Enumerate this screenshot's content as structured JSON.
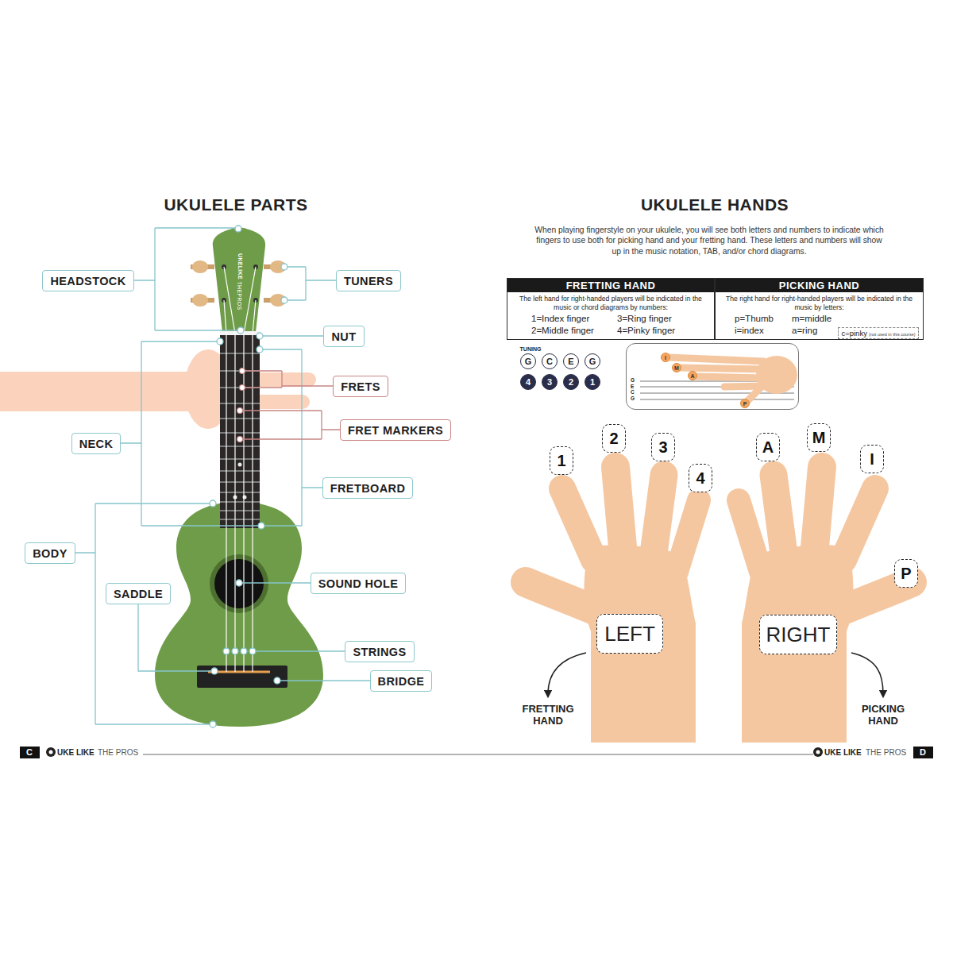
{
  "diagram": {
    "title": "UKULELE PARTS",
    "nodes": [
      {
        "text": [
          "HEADSTOCK"
        ]
      },
      {
        "text": [
          "TUNERS"
        ]
      },
      {
        "text": [
          "NUT"
        ]
      },
      {
        "text": [
          "FRETS"
        ]
      },
      {
        "text": [
          "FRET MARKERS"
        ]
      },
      {
        "text": [
          "NECK"
        ]
      },
      {
        "text": [
          "FRETBOARD"
        ]
      },
      {
        "text": [
          "BODY"
        ]
      },
      {
        "text": [
          "SOUND HOLE"
        ]
      },
      {
        "text": [
          "SADDLE"
        ]
      },
      {
        "text": [
          "STRINGS"
        ]
      },
      {
        "text": [
          "BRIDGE"
        ]
      },
      {
        "text": [
          "FRETTING HAND",
          "The left hand for right-handed players will be indicated in the music or chord diagrams by numbers:",
          "1=Index finger",
          "3=Ring finger",
          "2=Middle finger",
          "4=Pinky finger"
        ]
      },
      {
        "text": [
          "PICKING HAND",
          "The right hand for right-handed players will be indicated in the music by letters:",
          "p=Thumb",
          "m=middle",
          "i=index",
          "a=ring"
        ]
      },
      {
        "text": [
          "c=pinky",
          "(not used in this course)"
        ],
        "in": 13
      },
      {
        "text": [
          "G"
        ]
      },
      {
        "text": [
          "C"
        ]
      },
      {
        "text": [
          "E"
        ]
      },
      {
        "text": [
          "G"
        ]
      },
      {
        "text": [
          "4"
        ]
      },
      {
        "text": [
          "3"
        ]
      },
      {
        "text": [
          "2"
        ]
      },
      {
        "text": [
          "1"
        ]
      },
      {
        "text": [
          "G",
          "E",
          "C",
          "G"
        ]
      },
      {
        "text": [
          "I"
        ],
        "in": 23
      },
      {
        "text": [
          "M"
        ],
        "in": 23
      },
      {
        "text": [
          "A"
        ],
        "in": 23
      },
      {
        "text": [
          "P"
        ],
        "in": 23
      },
      {
        "text": [
          "1"
        ]
      },
      {
        "text": [
          "2"
        ]
      },
      {
        "text": [
          "3"
        ]
      },
      {
        "text": [
          "4"
        ]
      },
      {
        "text": [
          "A"
        ]
      },
      {
        "text": [
          "M"
        ]
      },
      {
        "text": [
          "I"
        ]
      },
      {
        "text": [
          "P"
        ]
      },
      {
        "text": [
          "LEFT"
        ]
      },
      {
        "text": [
          "RIGHT"
        ]
      },
      {
        "text": [
          "C"
        ]
      },
      {
        "text": [
          "D"
        ]
      }
    ],
    "labels": [
      "UKULELE HANDS",
      "When playing fingerstyle on your ukulele, you will see both letters and numbers to indicate which fingers to use both for picking hand and your fretting hand. These letters and numbers will show up in the music notation, TAB, and/or chord diagrams.",
      "TUNING",
      "FRETTING HAND",
      "PICKING HAND",
      "UKELIKE",
      "THEPROS",
      "UKE LIKE",
      "THE PROS",
      "UKE LIKE",
      "THE PROS"
    ]
  }
}
